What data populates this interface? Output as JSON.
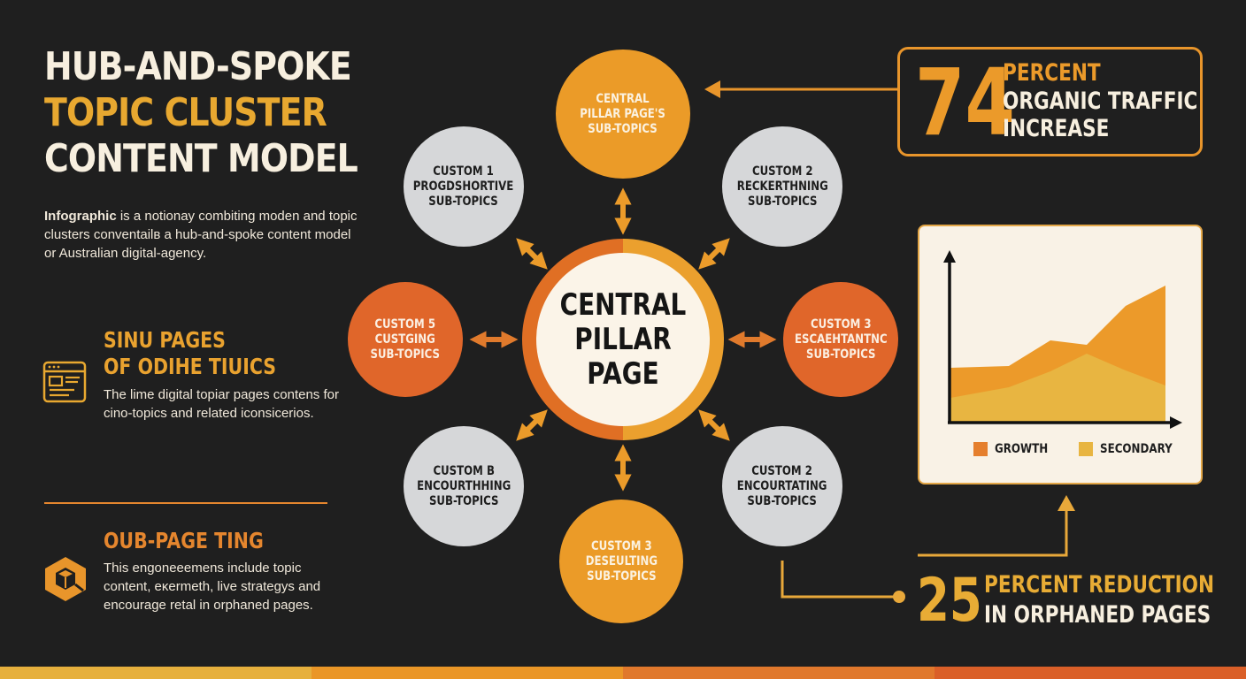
{
  "header": {
    "title_line1": "HUB-AND-SPOKE",
    "title_line2": "TOPIC CLUSTER",
    "title_line3": "CONTENT MODEL",
    "intro_bold": "Infographic",
    "intro_rest": " is a notionay combiting moden and topic clusters conventailв a hub-and-spoke content model or Australian digital-agency."
  },
  "sections": [
    {
      "icon": "browser-window-icon",
      "heading_line1": "SINU PAGES",
      "heading_line2": "OF ODIHE TIUICS",
      "body": "The lime digital topiar pages contens for cino-topics and related iconsicerios."
    },
    {
      "icon": "hexagon-cube-icon",
      "heading_line1": "OUB-PAGE TING",
      "body": "This engoneeemens include topic content, eκermeth, live strategys and encourage retal in orphaned pages."
    }
  ],
  "hub": {
    "center_label": "CENTRAL\nPILLAR\nPAGE",
    "nodes": [
      {
        "id": "top",
        "style": "amber",
        "lines": [
          "CENTRAL",
          "PILLAR PAGE'S",
          "SUB-TOPICS"
        ]
      },
      {
        "id": "top-left",
        "style": "gray",
        "lines": [
          "CUSTOM 1",
          "PROGDSHORTIVE",
          "SUB-TOPICS"
        ]
      },
      {
        "id": "top-right",
        "style": "gray",
        "lines": [
          "CUSTOM 2",
          "RECKERTHNING",
          "SUB-TOPICS"
        ]
      },
      {
        "id": "left",
        "style": "orange",
        "lines": [
          "CUSTOM 5",
          "CUSTGING",
          "SUB-TOPICS"
        ]
      },
      {
        "id": "right",
        "style": "orange",
        "lines": [
          "CUSTOM 3",
          "ESCAEHTANTNC",
          "SUB-TOPICS"
        ]
      },
      {
        "id": "bottom-left",
        "style": "gray",
        "lines": [
          "CUSTOM B",
          "ENCOURTHHING",
          "SUB-TOPICS"
        ]
      },
      {
        "id": "bottom-right",
        "style": "gray",
        "lines": [
          "CUSTOM 2",
          "ENCOURTATING",
          "SUB-TOPICS"
        ]
      },
      {
        "id": "bottom",
        "style": "amber",
        "lines": [
          "CUSTOM 3",
          "DESEULTING",
          "SUB-TOPICS"
        ]
      }
    ]
  },
  "stats": {
    "traffic": {
      "number": "74",
      "line1": "PERCENT",
      "line2": "ORGANIC TRAFFIC",
      "line3": "INCREASE"
    },
    "orphaned": {
      "number": "25",
      "line1": "PERCENT REDUCTION",
      "line2": "IN ORPHANED PAGES"
    }
  },
  "chart_data": {
    "type": "area",
    "title": "",
    "xlabel": "",
    "ylabel": "",
    "x": [
      0,
      1,
      2,
      3,
      4,
      5
    ],
    "series": [
      {
        "name": "GROWTH",
        "color": "#ec9a2a",
        "values": [
          31,
          32,
          46,
          43,
          65,
          76
        ]
      },
      {
        "name": "SECONDARY",
        "color": "#e8b541",
        "values": [
          14,
          20,
          31,
          38,
          26,
          21
        ]
      }
    ],
    "legend": [
      "GROWTH",
      "SECONDARY"
    ],
    "legend_position": "bottom",
    "grid": false,
    "ylim": [
      0,
      100
    ]
  },
  "colors": {
    "background": "#1f1f1f",
    "amber": "#eb9b28",
    "orange": "#e0662a",
    "gold": "#e8a830",
    "cream": "#f7efdf",
    "gray_node": "#d6d7d9",
    "stripe": [
      "#e6b03d",
      "#ea9627",
      "#e0782c",
      "#da5f28"
    ]
  }
}
